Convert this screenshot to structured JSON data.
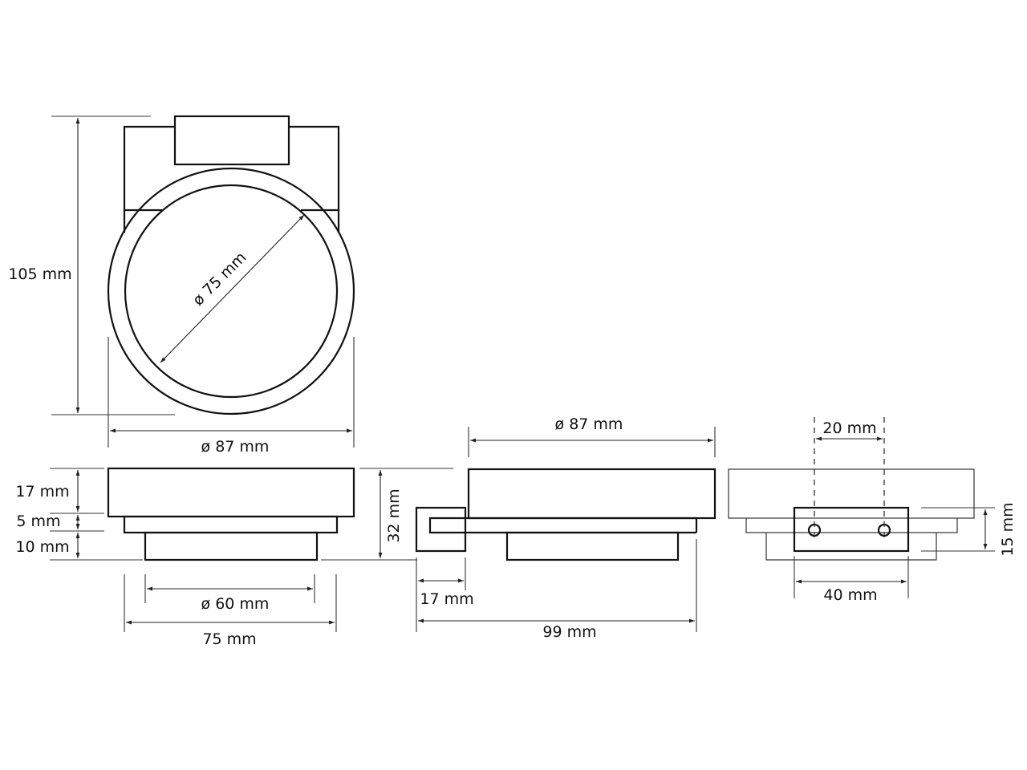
{
  "colors": {
    "stroke": "#111111",
    "background": "#ffffff"
  },
  "front_view": {
    "height_label": "105 mm",
    "inner_diameter_label": "ø 75 mm",
    "outer_diameter_label": "ø 87 mm"
  },
  "bottom_side_view": {
    "layer1_label": "17 mm",
    "layer2_label": "5 mm",
    "layer3_label": "10 mm",
    "total_height_label": "32 mm",
    "base_diameter_label": "ø 60 mm",
    "mid_width_label": "75 mm"
  },
  "profile_view": {
    "top_diameter_label": "ø 87 mm",
    "bracket_label": "17 mm",
    "depth_label": "99 mm"
  },
  "bracket_view": {
    "hole_spacing_label": "20 mm",
    "plate_width_label": "40 mm",
    "plate_height_label": "15 mm"
  }
}
